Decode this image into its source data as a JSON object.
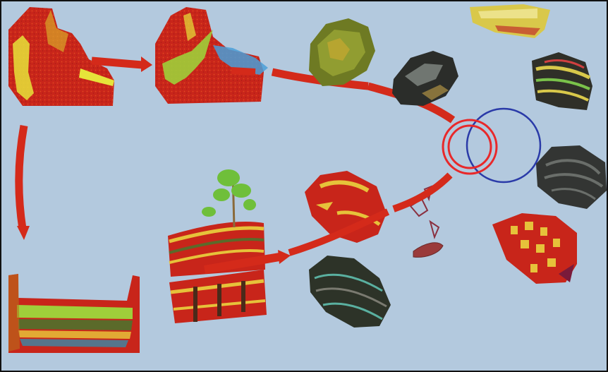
{
  "diagram": {
    "caption": "",
    "colors": {
      "background": "#b3c9de",
      "border": "#111111",
      "arrow_red": "#d42a1a",
      "rock_red": "#c8251a",
      "rock_yellow": "#e6e43a",
      "rock_green": "#9fcf3a",
      "water_blue": "#4a9fd8",
      "ring_red": "#e8282a",
      "ring_blue": "#2a3aa8",
      "dark_rock": "#2b2d2a",
      "tree_green": "#6fbf3a"
    },
    "elements": [
      {
        "id": "rock-outcrop-weathered",
        "icon": "terrain-block"
      },
      {
        "id": "rock-outcrop-eroded",
        "icon": "terrain-block-with-river"
      },
      {
        "id": "basin-sediment-layers",
        "icon": "sediment-basin"
      },
      {
        "id": "sedimentary-strata-with-tree",
        "icon": "strata-tree"
      },
      {
        "id": "specimen-rocks",
        "icon": "rock-samples"
      },
      {
        "id": "cycle-rings",
        "icon": "double-ring"
      }
    ]
  }
}
